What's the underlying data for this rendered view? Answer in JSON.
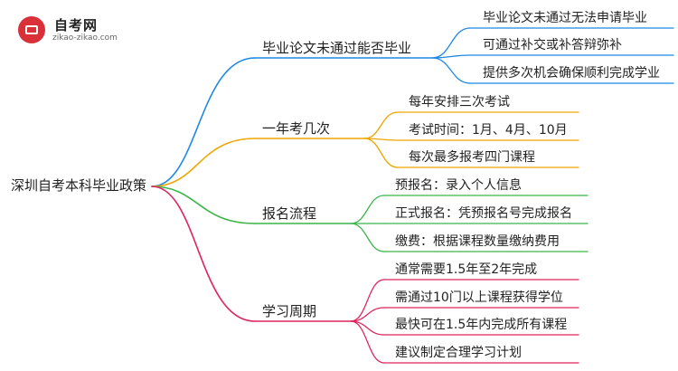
{
  "logo": {
    "title": "自考网",
    "url": "zikao-zikao.com"
  },
  "root": {
    "label": "深圳自考本科毕业政策"
  },
  "branches": [
    {
      "label": "毕业论文未通过能否毕业",
      "color": "#1e88e5",
      "children": [
        "毕业论文未通过无法申请毕业",
        "可通过补交或补答辩弥补",
        "提供多次机会确保顺利完成学业"
      ]
    },
    {
      "label": "一年考几次",
      "color": "#f0a500",
      "children": [
        "每年安排三次考试",
        "考试时间：1月、4月、10月",
        "每次最多报考四门课程"
      ]
    },
    {
      "label": "报名流程",
      "color": "#3cb44b",
      "children": [
        "预报名：录入个人信息",
        "正式报名：凭预报名号完成报名",
        "缴费：根据课程数量缴纳费用"
      ]
    },
    {
      "label": "学习周期",
      "color": "#e0245e",
      "children": [
        "通常需要1.5年至2年完成",
        "需通过10门以上课程获得学位",
        "最快可在1.5年内完成所有课程",
        "建议制定合理学习计划"
      ]
    }
  ]
}
